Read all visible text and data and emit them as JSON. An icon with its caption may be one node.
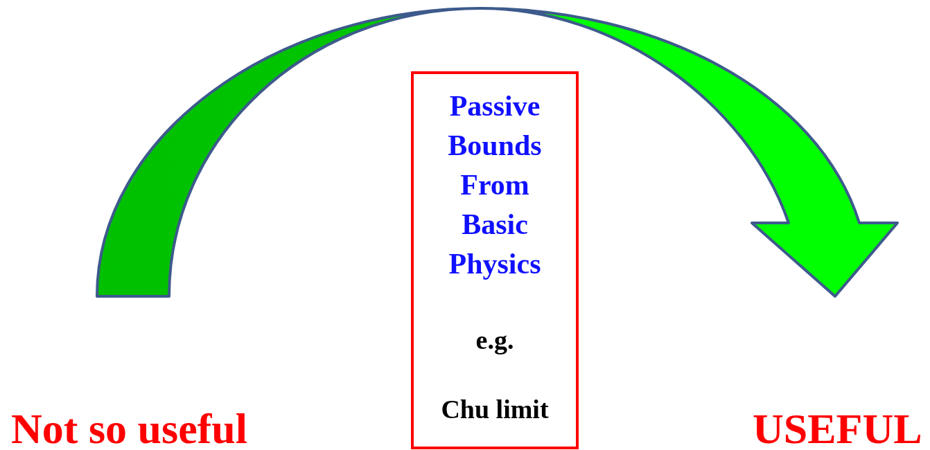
{
  "diagram": {
    "nodes": [
      {
        "text": [
          "Not so useful"
        ]
      },
      {
        "text": [
          "Passive Bounds From Basic Physics",
          "e.g.",
          "Chu limit"
        ]
      },
      {
        "text": [
          "USEFUL"
        ]
      }
    ],
    "edges": [
      {
        "from": 0,
        "to": 2,
        "arrow": "to"
      }
    ]
  }
}
